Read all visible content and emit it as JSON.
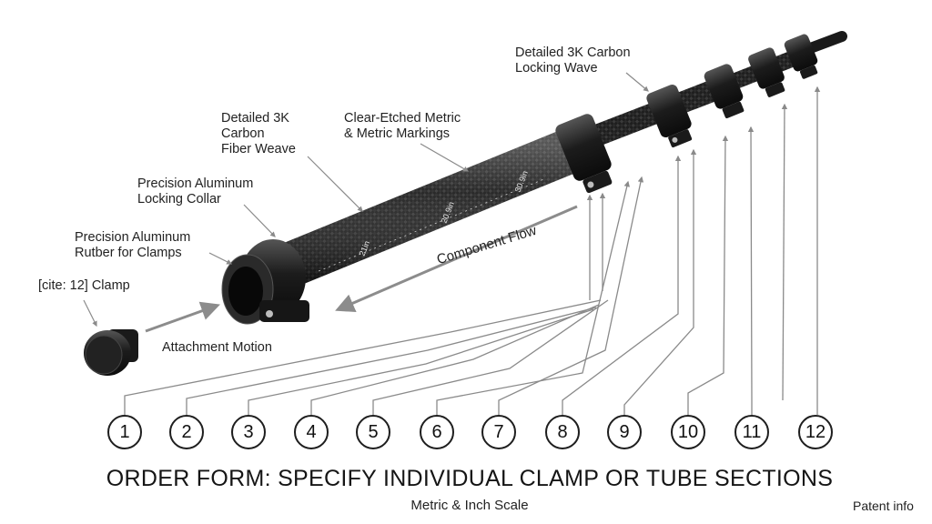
{
  "labels": {
    "locking_wave": "Detailed 3K Carbon\nLocking Wave",
    "fiber_weave": "Detailed 3K\nCarbon\nFiber Weave",
    "markings": "Clear-Etched Metric\n& Metric Markings",
    "locking_collar": "Precision Aluminum\nLocking Collar",
    "rubber_clamps": "Precision Aluminum\nRutber for Clamps",
    "cite_clamp": "[cite: 12] Clamp",
    "attachment_motion": "Attachment Motion",
    "component_flow": "Component Flow"
  },
  "scale_marks": [
    "21in",
    "20.9in",
    "30.9in"
  ],
  "callouts": [
    "1",
    "2",
    "3",
    "4",
    "5",
    "6",
    "7",
    "8",
    "9",
    "10",
    "11",
    "12"
  ],
  "footer": {
    "title": "ORDER FORM: SPECIFY INDIVIDUAL CLAMP OR TUBE SECTIONS",
    "subtitle": "Metric & Inch Scale",
    "patent": "Patent info"
  },
  "colors": {
    "carbon_dark": "#1d1d1d",
    "carbon_light": "#3c3c3c",
    "collar": "#151515",
    "leader": "#8a8a8a",
    "arrow": "#8c8c8c"
  }
}
